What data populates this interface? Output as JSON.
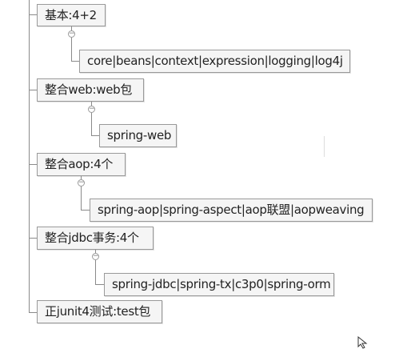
{
  "tree": {
    "nodes": [
      {
        "label": "基本:4+2",
        "child": "core|beans|context|expression|logging|log4j"
      },
      {
        "label": "整合web:web包",
        "child": "spring-web"
      },
      {
        "label": "整合aop:4个",
        "child": "spring-aop|spring-aspect|aop联盟|aopweaving"
      },
      {
        "label": "整合jdbc事务:4个",
        "child": "spring-jdbc|spring-tx|c3p0|spring-orm"
      },
      {
        "label": "正junit4测试:test包"
      }
    ],
    "collapse_symbol": "−",
    "cursor_icon": "mouse-pointer-icon"
  },
  "colors": {
    "connector": "#8a8a8a",
    "node_border": "#9a9a9a",
    "node_bg": "#f5f5f5"
  }
}
